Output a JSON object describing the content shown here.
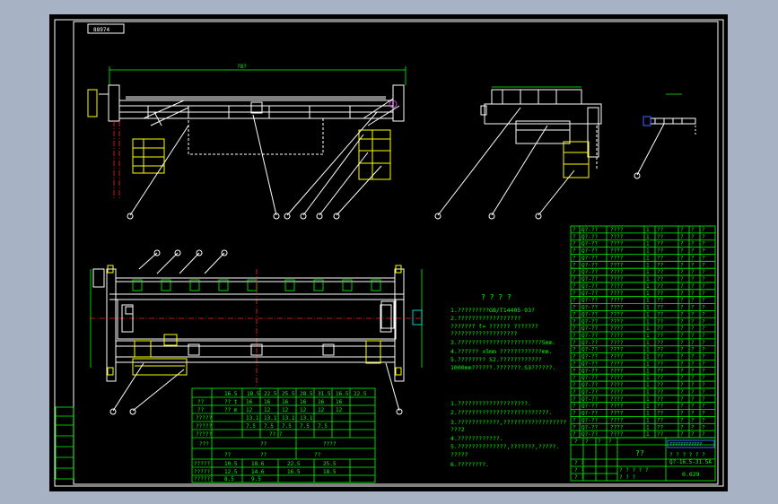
{
  "drawing": {
    "stamp": "88974",
    "tech_title": "? ? ? ?",
    "tech_notes": [
      "1.?????????GB/T14405-93?",
      "2.??????????????????",
      "??????? f= ?????? ???????",
      "  ???????????????????",
      "3.????????????????????????5mm.",
      "4.?????? ±5mm ????????????mm.",
      "5.????????  S2.????????????",
      "  1000mm??????.???????.S3??????."
    ],
    "tech_notes_2": [
      "1.????????????????????.",
      "2.??????????????????????????.",
      "3.????????????,??????????????????",
      "  ???2",
      "4.????????????.",
      "5.??????????????,???????,?????.",
      "  ?????",
      "6.????????."
    ],
    "title_block": {
      "name": "??",
      "company": "????????????",
      "drawing_no": "Q?-16.5-31.5A",
      "scale": "0.029"
    }
  }
}
